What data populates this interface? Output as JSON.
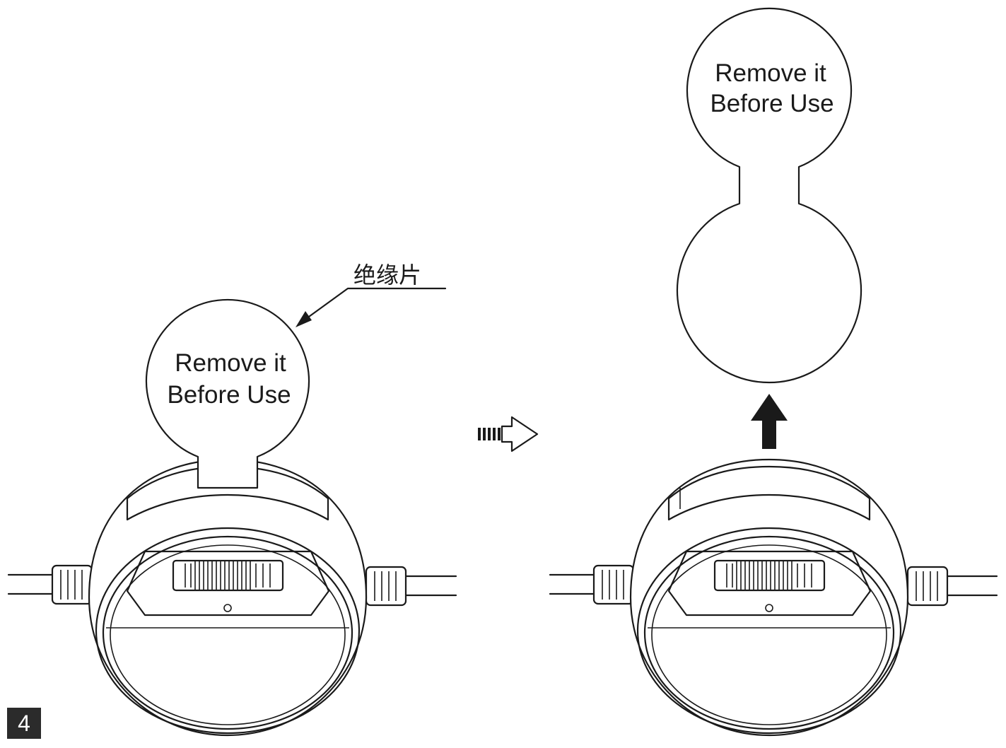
{
  "left_panel": {
    "tab_line1": "Remove it",
    "tab_line2": "Before Use",
    "callout_label": "绝缘片"
  },
  "right_panel": {
    "tab_line1": "Remove it",
    "tab_line2": "Before Use"
  },
  "step_number": "4",
  "icons": {
    "transition_arrow": "striped-right-arrow-icon",
    "lift_arrow": "up-arrow-icon",
    "callout_arrow": "callout-arrow-icon"
  },
  "colors": {
    "line": "#1a1a1a",
    "background": "#ffffff",
    "badge": "#2b2b2b"
  }
}
